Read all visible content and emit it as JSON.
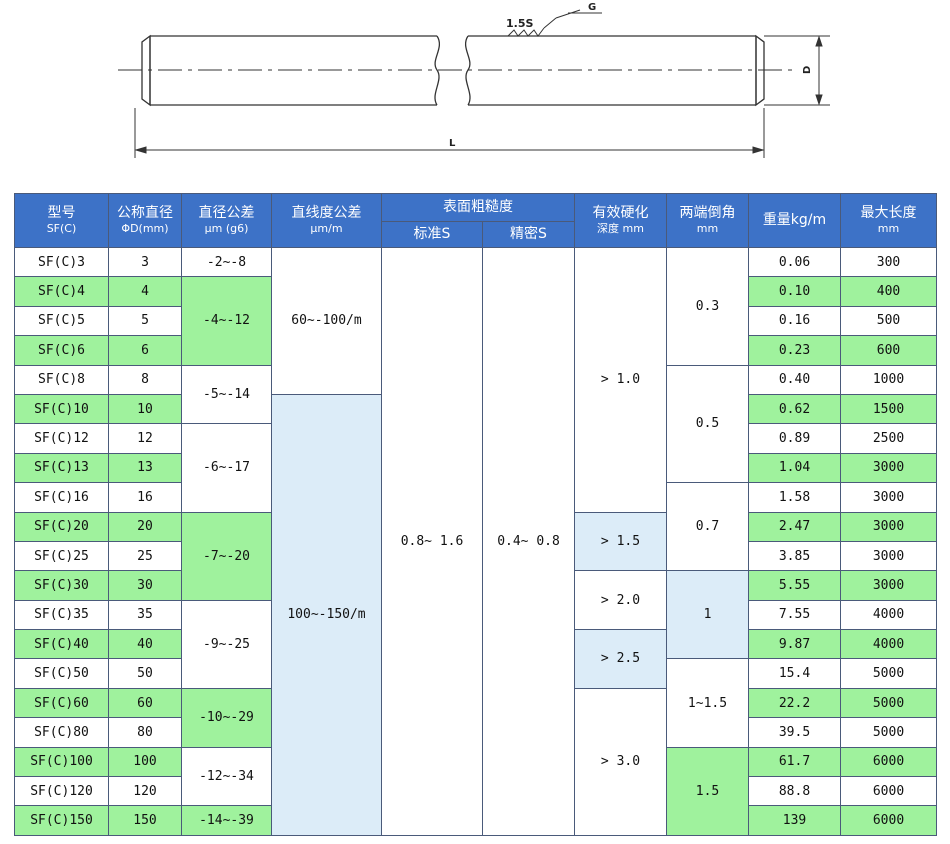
{
  "drawing": {
    "roughness_label": "1.5S",
    "tolerance_label": "G",
    "diameter_label": "D",
    "length_label": "L"
  },
  "table": {
    "headers": {
      "model": [
        "型号",
        "SF(C)"
      ],
      "diameter": [
        "公称直径",
        "ΦD(mm)"
      ],
      "diameter_tol": [
        "直径公差",
        "μm (g6)"
      ],
      "straightness": [
        "直线度公差",
        "μm/m"
      ],
      "roughness": "表面粗糙度",
      "roughness_std": "标准S",
      "roughness_fine": "精密S",
      "hardening": [
        "有效硬化",
        "深度 mm"
      ],
      "chamfer": [
        "两端倒角",
        "mm"
      ],
      "weight": "重量kg/m",
      "max_length": [
        "最大长度",
        "mm"
      ]
    },
    "rows": [
      {
        "model": "SF(C)3",
        "d": "3",
        "weight": "0.06",
        "max_len": "300"
      },
      {
        "model": "SF(C)4",
        "d": "4",
        "weight": "0.10",
        "max_len": "400"
      },
      {
        "model": "SF(C)5",
        "d": "5",
        "weight": "0.16",
        "max_len": "500"
      },
      {
        "model": "SF(C)6",
        "d": "6",
        "weight": "0.23",
        "max_len": "600"
      },
      {
        "model": "SF(C)8",
        "d": "8",
        "weight": "0.40",
        "max_len": "1000"
      },
      {
        "model": "SF(C)10",
        "d": "10",
        "weight": "0.62",
        "max_len": "1500"
      },
      {
        "model": "SF(C)12",
        "d": "12",
        "weight": "0.89",
        "max_len": "2500"
      },
      {
        "model": "SF(C)13",
        "d": "13",
        "weight": "1.04",
        "max_len": "3000"
      },
      {
        "model": "SF(C)16",
        "d": "16",
        "weight": "1.58",
        "max_len": "3000"
      },
      {
        "model": "SF(C)20",
        "d": "20",
        "weight": "2.47",
        "max_len": "3000"
      },
      {
        "model": "SF(C)25",
        "d": "25",
        "weight": "3.85",
        "max_len": "3000"
      },
      {
        "model": "SF(C)30",
        "d": "30",
        "weight": "5.55",
        "max_len": "3000"
      },
      {
        "model": "SF(C)35",
        "d": "35",
        "weight": "7.55",
        "max_len": "4000"
      },
      {
        "model": "SF(C)40",
        "d": "40",
        "weight": "9.87",
        "max_len": "4000"
      },
      {
        "model": "SF(C)50",
        "d": "50",
        "weight": "15.4",
        "max_len": "5000"
      },
      {
        "model": "SF(C)60",
        "d": "60",
        "weight": "22.2",
        "max_len": "5000"
      },
      {
        "model": "SF(C)80",
        "d": "80",
        "weight": "39.5",
        "max_len": "5000"
      },
      {
        "model": "SF(C)100",
        "d": "100",
        "weight": "61.7",
        "max_len": "6000"
      },
      {
        "model": "SF(C)120",
        "d": "120",
        "weight": "88.8",
        "max_len": "6000"
      },
      {
        "model": "SF(C)150",
        "d": "150",
        "weight": "139",
        "max_len": "6000"
      }
    ],
    "diameter_tol_groups": [
      "-2~-8",
      "-4~-12",
      "-5~-14",
      "-6~-17",
      "-7~-20",
      "-9~-25",
      "-10~-29",
      "-12~-34",
      "-14~-39"
    ],
    "straightness_groups": [
      "60~-100/m",
      "100~-150/m"
    ],
    "roughness_std_value": "0.8~ 1.6",
    "roughness_fine_value": "0.4~ 0.8",
    "hardening_groups": [
      "> 1.0",
      "> 1.5",
      "> 2.0",
      "> 2.5",
      "> 3.0"
    ],
    "chamfer_groups": [
      "0.3",
      "0.5",
      "0.7",
      "1",
      "1~1.5",
      "1.5"
    ]
  }
}
